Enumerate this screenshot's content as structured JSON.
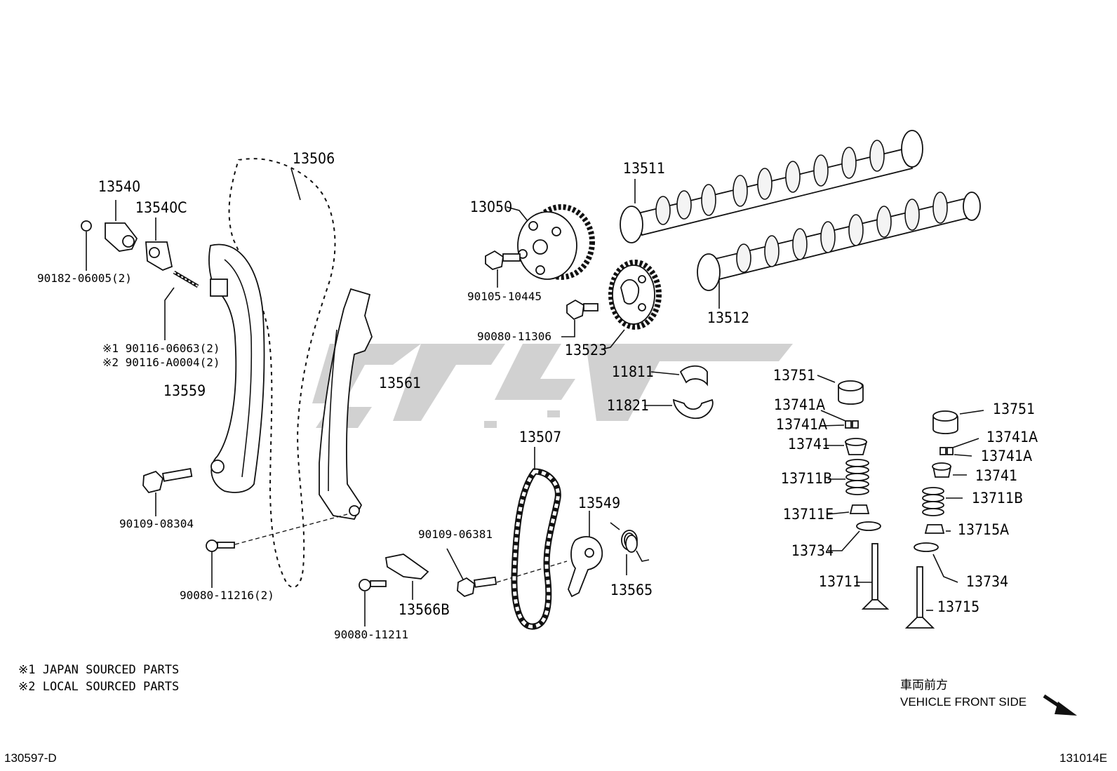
{
  "parts": {
    "p13506": "13506",
    "p13540": "13540",
    "p13540c": "13540C",
    "p90182": "90182-06005(2)",
    "p90116_1": "※1 90116-06063(2)",
    "p90116_2": "※2 90116-A0004(2)",
    "p13559": "13559",
    "p13561": "13561",
    "p90109_08304": "90109-08304",
    "p90080_11216": "90080-11216(2)",
    "p13566b": "13566B",
    "p90080_11211": "90080-11211",
    "p90109_06381": "90109-06381",
    "p13507": "13507",
    "p13549": "13549",
    "p13565": "13565",
    "p13050": "13050",
    "p90105": "90105-10445",
    "p90080_11306": "90080-11306",
    "p13523": "13523",
    "p13511": "13511",
    "p13512": "13512",
    "p11811": "11811",
    "p11821": "11821",
    "l13751": "13751",
    "l13741a_1": "13741A",
    "l13741a_2": "13741A",
    "l13741": "13741",
    "l13711b": "13711B",
    "l13711e": "13711E",
    "l13734": "13734",
    "l13711": "13711",
    "r13751": "13751",
    "r13741a_1": "13741A",
    "r13741a_2": "13741A",
    "r13741": "13741",
    "r13711b": "13711B",
    "r13715a": "13715A",
    "r13734": "13734",
    "r13715": "13715"
  },
  "notes": {
    "n1": "※1 JAPAN SOURCED PARTS",
    "n2": "※2 LOCAL SOURCED PARTS"
  },
  "direction": {
    "jp": "車両前方",
    "en": "VEHICLE FRONT SIDE"
  },
  "codes": {
    "left": "130597-D",
    "right": "131014E"
  }
}
